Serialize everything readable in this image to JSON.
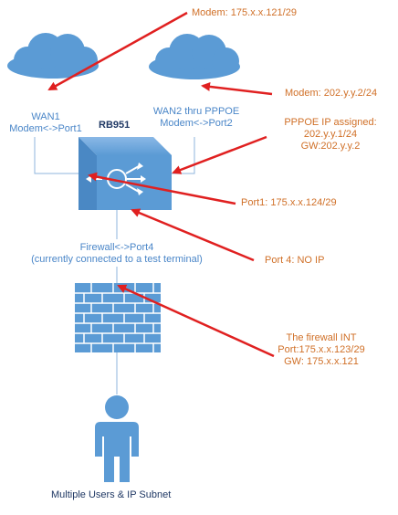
{
  "colors": {
    "cloud": "#5b9bd5",
    "device": "#5b9bd5",
    "connector": "#8fb4dc",
    "arrow": "#e02020",
    "annotation": "#d07028",
    "node_label": "#4a86c8",
    "title": "#1f3864"
  },
  "icons": [
    "cloud-icon",
    "router-icon",
    "firewall-icon",
    "user-icon"
  ],
  "nodes": {
    "wan1": {
      "line1": "WAN1",
      "line2": "Modem<->Port1"
    },
    "wan2": {
      "line1": "WAN2 thru PPPOE",
      "line2": "Modem<->Port2"
    },
    "router": {
      "name": "RB951"
    },
    "firewall": {
      "line1": "Firewall<->Port4",
      "line2": "(currently connected to a test terminal)"
    },
    "users": {
      "label": "Multiple Users & IP Subnet"
    }
  },
  "annotations": {
    "modem1": "Modem: 175.x.x.121/29",
    "modem2": "Modem: 202.y.y.2/24",
    "pppoe": {
      "line1": "PPPOE IP assigned:",
      "line2": "202.y.y.1/24",
      "line3": "GW:202.y.y.2"
    },
    "port1": "Port1: 175.x.x.124/29",
    "port4": "Port 4: NO IP",
    "firewall_int": {
      "line1": "The firewall INT",
      "line2": "Port:175.x.x.123/29",
      "line3": "GW: 175.x.x.121"
    }
  }
}
